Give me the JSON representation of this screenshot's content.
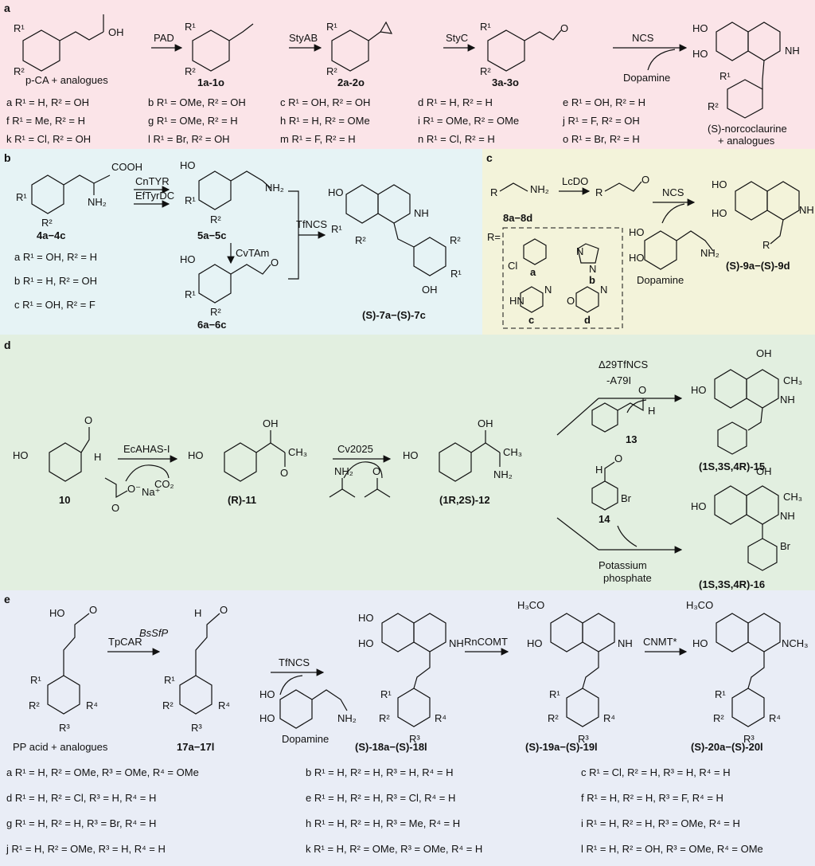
{
  "panels": {
    "a": {
      "letter": "a",
      "start_label": "p-CA + analogues",
      "enzymes": [
        "PAD",
        "StyAB",
        "StyC",
        "NCS"
      ],
      "cosubstrate": "Dopamine",
      "compounds": [
        "1a-1o",
        "2a-2o",
        "3a-3o"
      ],
      "product": "(S)-norcoclaurine",
      "product_sub": "+ analogues",
      "variants": [
        "a R¹ = H, R² = OH",
        "b R¹ = OMe, R² = OH",
        "c R¹ = OH, R² = OH",
        "d R¹ = H, R² = H",
        "e R¹ = OH, R² = H",
        "f R¹ = Me, R² = H",
        "g R¹ = OMe, R² = H",
        "h R¹ = H, R² = OMe",
        "i R¹ = OMe, R² = OMe",
        "j R¹ = F, R² = OH",
        "k R¹ = Cl, R² = OH",
        "l R¹ = Br, R² = OH",
        "m R¹ = F, R² = H",
        "n R¹ = Cl, R² = H",
        "o R¹ = Br, R² = H"
      ]
    },
    "b": {
      "letter": "b",
      "enzymes": [
        "CnTYR",
        "EfTyrDC",
        "CvTAm",
        "TfNCS"
      ],
      "compounds": [
        "4a−4c",
        "5a−5c",
        "6a−6c"
      ],
      "product": "(S)-7a−(S)-7c",
      "variants": [
        "a R¹ = OH, R² = H",
        "b R¹ = H, R² = OH",
        "c R¹ = OH, R² = F"
      ]
    },
    "c": {
      "letter": "c",
      "enzymes": [
        "LcDO",
        "NCS"
      ],
      "compound": "8a−8d",
      "r_label": "R=",
      "r_letters": [
        "a",
        "b",
        "c",
        "d"
      ],
      "cosubstrate": "Dopamine",
      "product": "(S)-9a−(S)-9d"
    },
    "d": {
      "letter": "d",
      "enzymes": [
        "EcAHAS-I",
        "Cv2025",
        "Δ29TfNCS",
        "-A79I"
      ],
      "co2": "CO₂",
      "na": "Na⁺",
      "compounds": [
        "10",
        "(R)-11",
        "(1R,2S)-12",
        "13",
        "14"
      ],
      "reagent": [
        "Potassium",
        "phosphate"
      ],
      "products": [
        "(1S,3S,4R)-15",
        "(1S,3S,4R)-16"
      ]
    },
    "e": {
      "letter": "e",
      "start_label": "PP acid + analogues",
      "enzymes": [
        "TpCAR",
        "BsSfP",
        "TfNCS",
        "RnCOMT",
        "CNMT*"
      ],
      "cosubstrate": "Dopamine",
      "compounds": [
        "17a−17l",
        "(S)-18a−(S)-18l",
        "(S)-19a−(S)-19l",
        "(S)-20a−(S)-20l"
      ],
      "variants": [
        "a R¹ = H, R² = OMe, R³ = OMe, R⁴ = OMe",
        "b R¹ = H, R² = H, R³ = H, R⁴ = H",
        "c R¹ = Cl, R² = H, R³ = H, R⁴ = H",
        "d R¹ = H, R² = Cl, R³ = H, R⁴ = H",
        "e R¹ = H, R² = H, R³ = Cl, R⁴ = H",
        "f R¹ = H, R² = H, R³ = F, R⁴ = H",
        "g R¹ = H, R² = H, R³ = Br, R⁴ = H",
        "h R¹ = H, R² = H, R³ = Me, R⁴ = H",
        "i R¹ = H, R² = H, R³ = OMe, R⁴ = H",
        "j R¹ = H, R² = OMe, R³ = H, R⁴ = H",
        "k R¹ = H, R² = OMe, R³ = OMe, R⁴ = H",
        "l R¹ = H, R² = OH, R³ = OMe, R⁴ = OMe"
      ]
    }
  },
  "colors": {
    "panel_a": "#fbe4e8",
    "panel_b": "#e6f3f5",
    "panel_c": "#f3f3da",
    "panel_d": "#e2efe0",
    "panel_e": "#e9edf6"
  }
}
